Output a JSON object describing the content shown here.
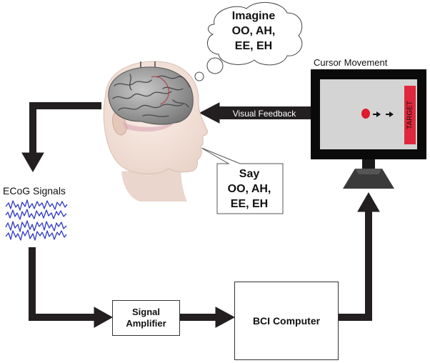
{
  "thought_bubble": {
    "line1": "Imagine",
    "line2": "OO, AH,",
    "line3": "EE, EH"
  },
  "speech_bubble": {
    "line1": "Say",
    "line2": "OO, AH,",
    "line3": "EE, EH"
  },
  "labels": {
    "cursor_movement": "Cursor Movement",
    "visual_feedback": "Visual Feedback",
    "ecog_signals": "ECoG Signals",
    "target": "TARGET"
  },
  "boxes": {
    "signal_amplifier_line1": "Signal",
    "signal_amplifier_line2": "Amplifier",
    "bci_computer": "BCI Computer"
  },
  "colors": {
    "arrow": "#231f20",
    "target": "#e0283c",
    "cursor_dot": "#e01c2c",
    "signal_wave": "#2b35c8",
    "monitor_frame": "#0a0a0a",
    "screen": "#d4d4d4"
  },
  "icons": [
    "head-with-brain-icon",
    "thought-bubble-icon",
    "speech-bubble-icon",
    "monitor-icon"
  ]
}
